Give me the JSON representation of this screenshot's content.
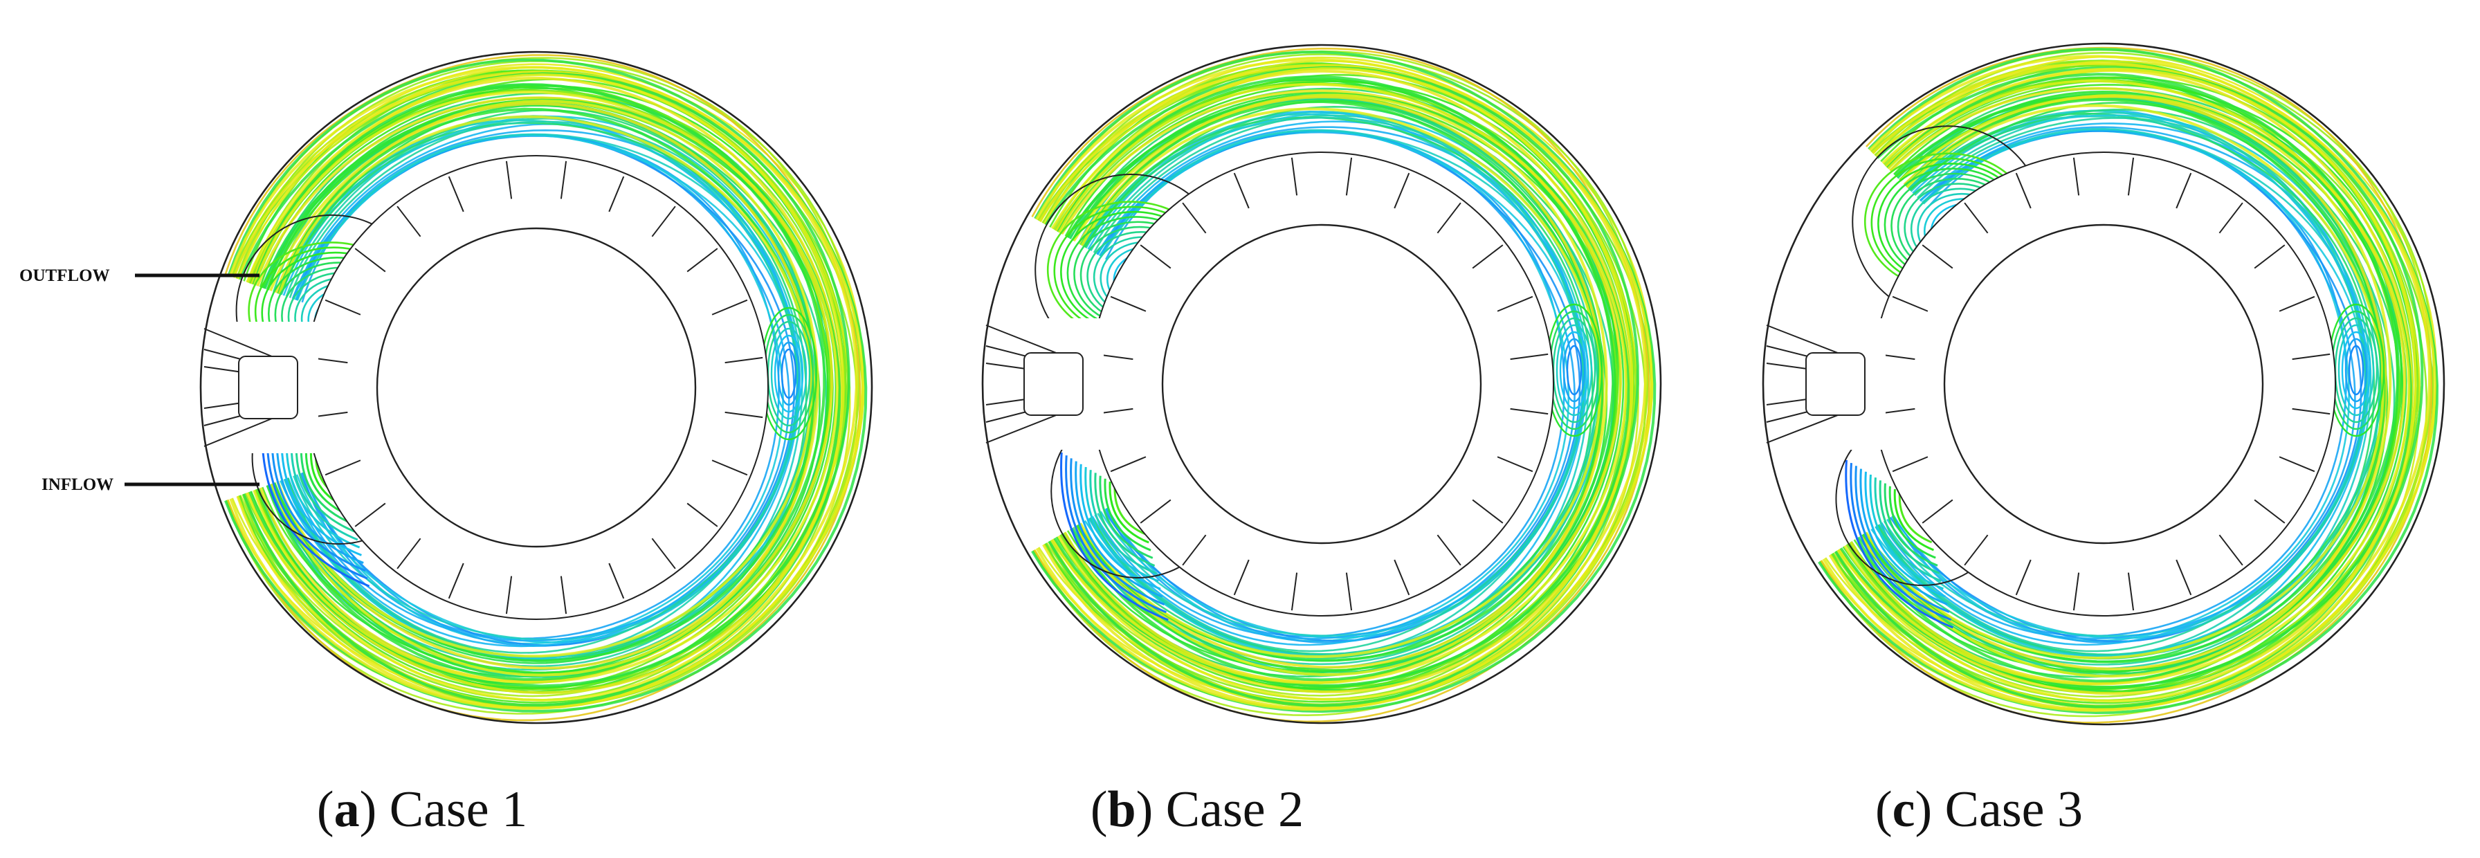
{
  "figure": {
    "panels": [
      {
        "id": "a",
        "letter": "a",
        "title": "Case 1",
        "outflow_angle": 160,
        "inflow_angle": 200
      },
      {
        "id": "b",
        "letter": "b",
        "title": "Case 2",
        "outflow_angle": 150,
        "inflow_angle": 210
      },
      {
        "id": "c",
        "letter": "c",
        "title": "Case 3",
        "outflow_angle": 135,
        "inflow_angle": 212
      }
    ],
    "annotations": {
      "outflow_label": "OUTFLOW",
      "inflow_label": "INFLOW"
    },
    "colors": {
      "velocity_low": "#1450ff",
      "velocity_mid_low": "#19c8f0",
      "velocity_mid": "#2ee81e",
      "velocity_mid_high": "#e6ee1a",
      "velocity_high": "#e8301a",
      "outline": "#222222"
    }
  }
}
